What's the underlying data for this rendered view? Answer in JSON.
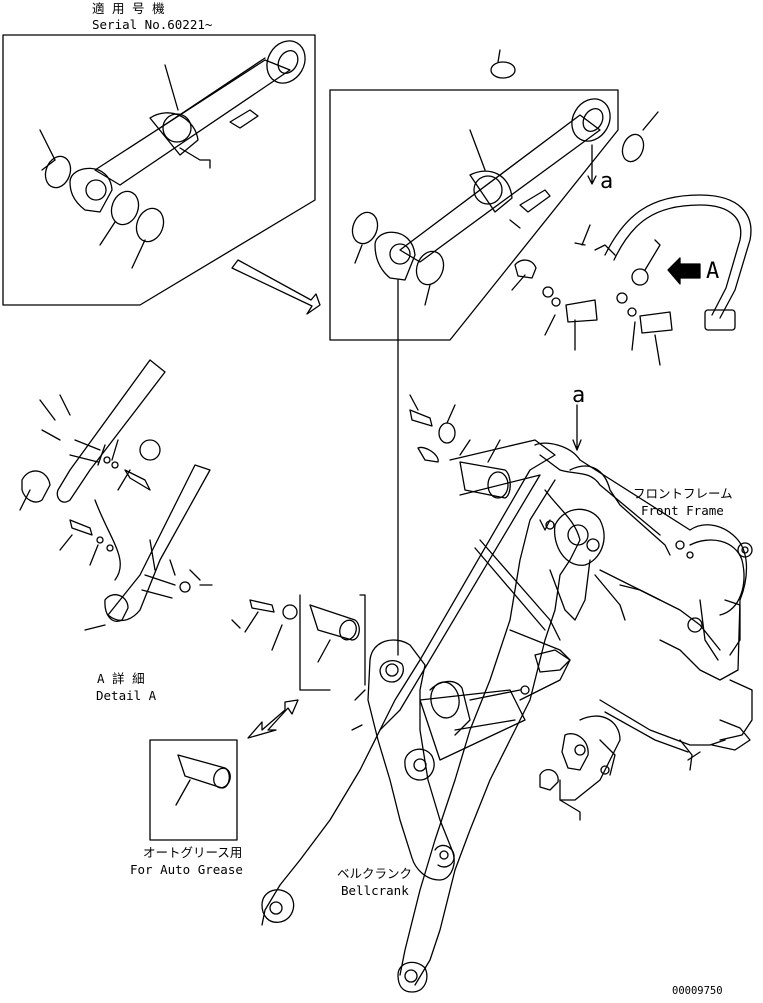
{
  "labels": {
    "applicable_jp": "適 用 号 機",
    "serial": "Serial No.60221~",
    "front_frame_jp": "フロントフレーム",
    "front_frame_en": "Front Frame",
    "detail_jp": "A 詳 細",
    "detail_en": "Detail A",
    "bellcrank_jp": "ベルクランク",
    "bellcrank_en": "Bellcrank",
    "auto_grease_jp": "オートグリース用",
    "auto_grease_en": "For Auto Grease",
    "ref_a_upper": "a",
    "ref_a_lower": "a",
    "view_A": "A",
    "drawing_no": "00009750"
  }
}
